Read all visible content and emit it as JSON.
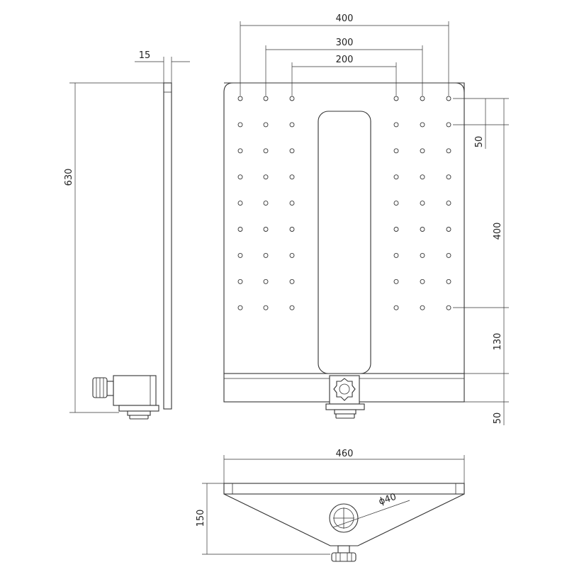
{
  "dimensions": {
    "side_thickness": "15",
    "side_height": "630",
    "width_400": "400",
    "width_300": "300",
    "width_200": "200",
    "pitch_50": "50",
    "span_400": "400",
    "bottom_130": "130",
    "base_50": "50",
    "base_width": "460",
    "base_height": "150",
    "knob_diameter": "ϕ40"
  }
}
